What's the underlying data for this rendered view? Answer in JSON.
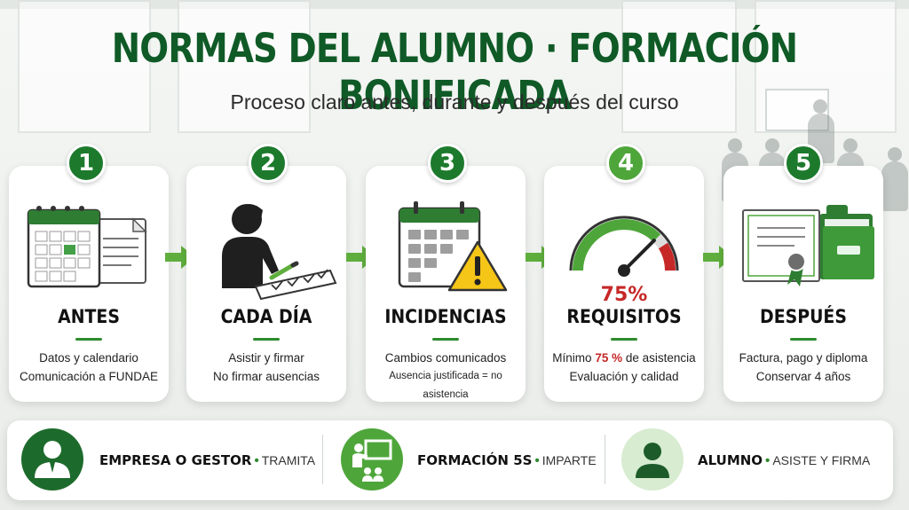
{
  "header": {
    "title": "NORMAS DEL ALUMNO · FORMACIÓN BONIFICADA",
    "subtitle": "Proceso claro antes, durante y después del curso"
  },
  "steps": [
    {
      "number": "1",
      "title": "ANTES",
      "line1": "Datos y calendario",
      "line2": "Comunicación a FUNDAE",
      "icon": "calendar-document-icon"
    },
    {
      "number": "2",
      "title": "CADA DÍA",
      "line1": "Asistir y firmar",
      "line2": "No firmar ausencias",
      "icon": "person-signing-icon"
    },
    {
      "number": "3",
      "title": "INCIDENCIAS",
      "line1": "Cambios comunicados",
      "line2": "Ausencia justificada = no asistencia",
      "icon": "calendar-warning-icon"
    },
    {
      "number": "4",
      "title": "REQUISITOS",
      "line1_pre": "Mínimo",
      "line1_value": "75 %",
      "line1_post": "de asistencia",
      "line2": "Evaluación y calidad",
      "gauge_label": "75%",
      "gauge_fraction": 0.75,
      "icon": "gauge-icon"
    },
    {
      "number": "5",
      "title": "DESPUÉS",
      "line1": "Factura, pago y diploma",
      "line2": "Conservar 4 años",
      "icon": "diploma-folder-icon"
    }
  ],
  "roles": [
    {
      "name": "EMPRESA O GESTOR",
      "verb": "TRAMITA",
      "icon": "businessman-icon"
    },
    {
      "name": "FORMACIÓN 5S",
      "verb": "IMPARTE",
      "icon": "teacher-board-icon"
    },
    {
      "name": "ALUMNO",
      "verb": "ASISTE Y FIRMA",
      "icon": "student-icon"
    }
  ],
  "colors": {
    "primary_green": "#1d7a2c",
    "light_green": "#4ea63a",
    "title_green": "#0f5a26",
    "accent_red": "#c62828",
    "warning_yellow": "#f5c518"
  }
}
